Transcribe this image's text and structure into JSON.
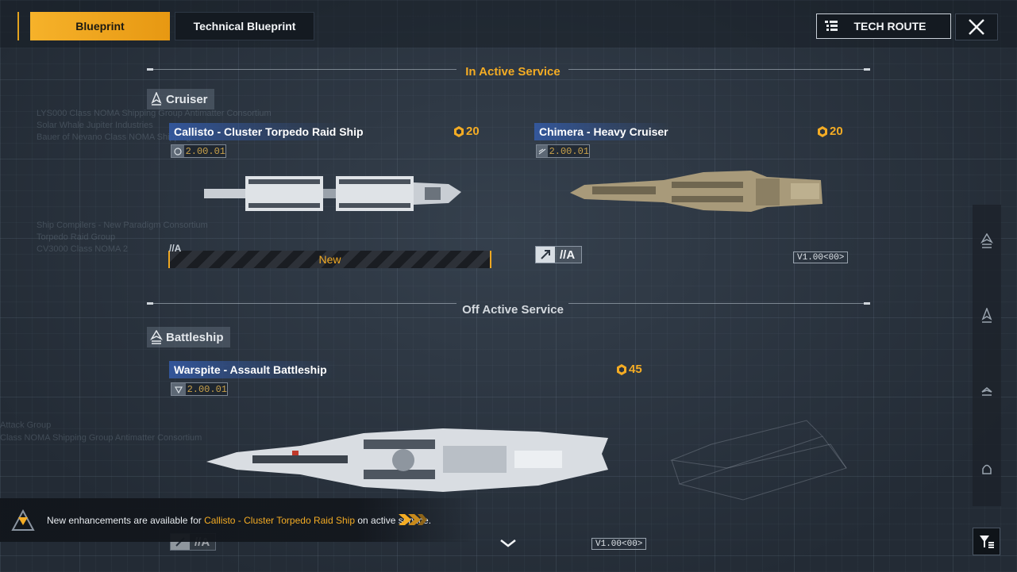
{
  "tabs": [
    {
      "label": "Blueprint",
      "active": true
    },
    {
      "label": "Technical Blueprint",
      "active": false
    }
  ],
  "tech_route_label": "TECH ROUTE",
  "sections": {
    "active": "In Active Service",
    "off": "Off Active Service"
  },
  "classes": {
    "cruiser": "Cruiser",
    "battleship": "Battleship"
  },
  "ships": {
    "callisto": {
      "name": "Callisto - Cluster Torpedo Raid Ship",
      "version": "2.00.01",
      "cost": "20",
      "badge": "New",
      "rank": "//A"
    },
    "chimera": {
      "name": "Chimera - Heavy Cruiser",
      "version": "2.00.01",
      "cost": "20",
      "rank": "//A",
      "model": "V1.00<00>"
    },
    "warspite": {
      "name": "Warspite - Assault Battleship",
      "version": "2.00.01",
      "cost": "45",
      "rank": "//A",
      "model": "V1.00<00>"
    }
  },
  "notification": {
    "prefix": "New enhancements are available for ",
    "ship": "Callisto - Cluster Torpedo Raid Ship",
    "suffix": " on active service."
  },
  "colors": {
    "accent": "#f4ac24",
    "name_band": "#345caa",
    "background": "#2b3440"
  },
  "icons": [
    "list-icon",
    "close-icon",
    "cruiser-class-icon",
    "battleship-class-icon",
    "cost-icon",
    "filter-icon",
    "chevron-down-icon",
    "warning-triangle-icon"
  ]
}
